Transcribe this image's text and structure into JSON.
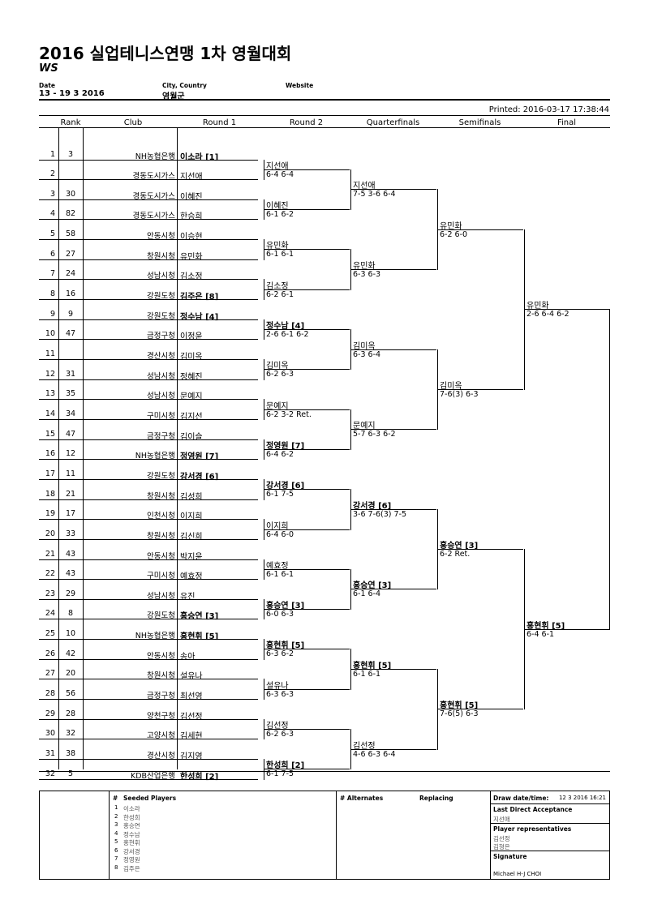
{
  "header": {
    "title": "2016 실업테니스연맹 1차 영월대회",
    "subtitle": "WS",
    "date_label": "Date",
    "date_value": "13 - 19 3 2016",
    "city_label": "City, Country",
    "city_value": "영월군",
    "website_label": "Website",
    "printed": "Printed: 2016-03-17 17:38:44"
  },
  "columns": {
    "rank": "Rank",
    "club": "Club",
    "round1": "Round 1",
    "round2": "Round 2",
    "qf": "Quarterfinals",
    "sf": "Semifinals",
    "final": "Final"
  },
  "entries": [
    {
      "num": "1",
      "rank": "3",
      "club": "NH농협은행",
      "name": "이소라 [1]",
      "seed": true
    },
    {
      "num": "2",
      "rank": "",
      "club": "경동도시가스",
      "name": "지선애",
      "seed": false
    },
    {
      "num": "3",
      "rank": "30",
      "club": "경동도시가스",
      "name": "이혜진",
      "seed": false
    },
    {
      "num": "4",
      "rank": "82",
      "club": "경동도시가스",
      "name": "한승희",
      "seed": false
    },
    {
      "num": "5",
      "rank": "58",
      "club": "안동시청",
      "name": "이승현",
      "seed": false
    },
    {
      "num": "6",
      "rank": "27",
      "club": "창원시청",
      "name": "유민화",
      "seed": false
    },
    {
      "num": "7",
      "rank": "24",
      "club": "성남시청",
      "name": "김소정",
      "seed": false
    },
    {
      "num": "8",
      "rank": "16",
      "club": "강원도청",
      "name": "김주은 [8]",
      "seed": true
    },
    {
      "num": "9",
      "rank": "9",
      "club": "강원도청",
      "name": "정수남 [4]",
      "seed": true
    },
    {
      "num": "10",
      "rank": "47",
      "club": "금정구청",
      "name": "이정윤",
      "seed": false
    },
    {
      "num": "11",
      "rank": "",
      "club": "경산시청",
      "name": "김미옥",
      "seed": false
    },
    {
      "num": "12",
      "rank": "31",
      "club": "성남시청",
      "name": "정혜진",
      "seed": false
    },
    {
      "num": "13",
      "rank": "35",
      "club": "성남시청",
      "name": "문예지",
      "seed": false
    },
    {
      "num": "14",
      "rank": "34",
      "club": "구미시청",
      "name": "김지선",
      "seed": false
    },
    {
      "num": "15",
      "rank": "47",
      "club": "금정구청",
      "name": "김이슬",
      "seed": false
    },
    {
      "num": "16",
      "rank": "12",
      "club": "NH농협은행",
      "name": "정영원 [7]",
      "seed": true
    },
    {
      "num": "17",
      "rank": "11",
      "club": "강원도청",
      "name": "강서경 [6]",
      "seed": true
    },
    {
      "num": "18",
      "rank": "21",
      "club": "창원시청",
      "name": "김성희",
      "seed": false
    },
    {
      "num": "19",
      "rank": "17",
      "club": "인천시청",
      "name": "이지희",
      "seed": false
    },
    {
      "num": "20",
      "rank": "33",
      "club": "창원시청",
      "name": "김신희",
      "seed": false
    },
    {
      "num": "21",
      "rank": "43",
      "club": "안동시청",
      "name": "박지윤",
      "seed": false
    },
    {
      "num": "22",
      "rank": "43",
      "club": "구미시청",
      "name": "예효정",
      "seed": false
    },
    {
      "num": "23",
      "rank": "29",
      "club": "성남시청",
      "name": "유진",
      "seed": false
    },
    {
      "num": "24",
      "rank": "8",
      "club": "강원도청",
      "name": "홍승연 [3]",
      "seed": true
    },
    {
      "num": "25",
      "rank": "10",
      "club": "NH농협은행",
      "name": "홍현휘 [5]",
      "seed": true
    },
    {
      "num": "26",
      "rank": "42",
      "club": "안동시청",
      "name": "송아",
      "seed": false
    },
    {
      "num": "27",
      "rank": "20",
      "club": "창원시청",
      "name": "설유나",
      "seed": false
    },
    {
      "num": "28",
      "rank": "56",
      "club": "금정구청",
      "name": "최선영",
      "seed": false
    },
    {
      "num": "29",
      "rank": "28",
      "club": "양천구청",
      "name": "김선정",
      "seed": false
    },
    {
      "num": "30",
      "rank": "32",
      "club": "고양시청",
      "name": "김세현",
      "seed": false
    },
    {
      "num": "31",
      "rank": "38",
      "club": "경산시청",
      "name": "김지영",
      "seed": false
    },
    {
      "num": "32",
      "rank": "5",
      "club": "KDB산업은행",
      "name": "한성희 [2]",
      "seed": true
    }
  ],
  "round2": [
    {
      "name": "지선애",
      "score": "6-4 6-4",
      "seed": false
    },
    {
      "name": "이혜진",
      "score": "6-1 6-2",
      "seed": false
    },
    {
      "name": "유민화",
      "score": "6-1 6-1",
      "seed": false
    },
    {
      "name": "김소정",
      "score": "6-2 6-1",
      "seed": false
    },
    {
      "name": "정수남 [4]",
      "score": "2-6 6-1 6-2",
      "seed": true
    },
    {
      "name": "김미옥",
      "score": "6-2 6-3",
      "seed": false
    },
    {
      "name": "문예지",
      "score": "6-2 3-2 Ret.",
      "seed": false
    },
    {
      "name": "정영원 [7]",
      "score": "6-4 6-2",
      "seed": true
    },
    {
      "name": "강서경 [6]",
      "score": "6-1 7-5",
      "seed": true
    },
    {
      "name": "이지희",
      "score": "6-4 6-0",
      "seed": false
    },
    {
      "name": "예효정",
      "score": "6-1 6-1",
      "seed": false
    },
    {
      "name": "홍승연 [3]",
      "score": "6-0 6-3",
      "seed": true
    },
    {
      "name": "홍현휘 [5]",
      "score": "6-3 6-2",
      "seed": true
    },
    {
      "name": "설유나",
      "score": "6-3 6-3",
      "seed": false
    },
    {
      "name": "김선정",
      "score": "6-2 6-3",
      "seed": false
    },
    {
      "name": "한성희 [2]",
      "score": "6-1 7-5",
      "seed": true
    }
  ],
  "quarterfinals": [
    {
      "name": "지선애",
      "score": "7-5 3-6 6-4",
      "seed": false
    },
    {
      "name": "유민화",
      "score": "6-3 6-3",
      "seed": false
    },
    {
      "name": "김미옥",
      "score": "6-3 6-4",
      "seed": false
    },
    {
      "name": "문예지",
      "score": "5-7 6-3 6-2",
      "seed": false
    },
    {
      "name": "강서경 [6]",
      "score": "3-6 7-6(3) 7-5",
      "seed": true
    },
    {
      "name": "홍승연 [3]",
      "score": "6-1 6-4",
      "seed": true
    },
    {
      "name": "홍현휘 [5]",
      "score": "6-1 6-1",
      "seed": true
    },
    {
      "name": "김선정",
      "score": "4-6 6-3 6-4",
      "seed": false
    }
  ],
  "semifinals": [
    {
      "name": "유민화",
      "score": "6-2 6-0",
      "seed": false
    },
    {
      "name": "김미옥",
      "score": "7-6(3) 6-3",
      "seed": false
    },
    {
      "name": "홍승연 [3]",
      "score": "6-2 Ret.",
      "seed": true
    },
    {
      "name": "홍현휘 [5]",
      "score": "7-6(5) 6-3",
      "seed": true
    }
  ],
  "final": [
    {
      "name": "유민화",
      "score": "2-6 6-4 6-2",
      "seed": false
    },
    {
      "name": "홍현휘 [5]",
      "score": "6-4 6-1",
      "seed": true
    }
  ],
  "footer": {
    "seeded_label": "Seeded Players",
    "hash": "#",
    "seeded": [
      {
        "n": "1",
        "name": "이소라"
      },
      {
        "n": "2",
        "name": "한성희"
      },
      {
        "n": "3",
        "name": "홍승연"
      },
      {
        "n": "4",
        "name": "정수남"
      },
      {
        "n": "5",
        "name": "홍현휘"
      },
      {
        "n": "6",
        "name": "강서경"
      },
      {
        "n": "7",
        "name": "정영원"
      },
      {
        "n": "8",
        "name": "김주은"
      }
    ],
    "alternates_label": "# Alternates",
    "replacing_label": "Replacing",
    "draw_date_label": "Draw date/time:",
    "draw_date_value": "12 3 2016 16:21",
    "lda_label": "Last Direct Acceptance",
    "lda_value": "지선애",
    "rep_label": "Player representatives",
    "rep_values": [
      "김선정",
      "김형은"
    ],
    "signature_label": "Signature",
    "signature_value": "Michael H-J CHOI"
  }
}
